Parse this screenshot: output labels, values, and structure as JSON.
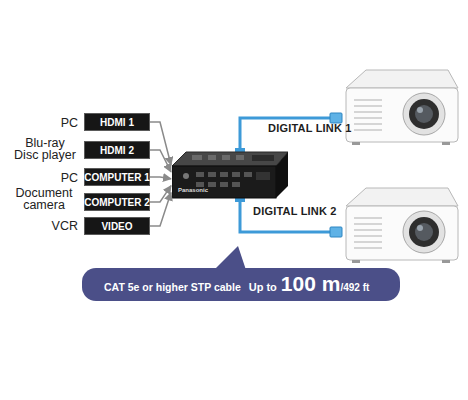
{
  "diagram": {
    "nodes": [
      {
        "text": [
          "HDMI 1"
        ]
      },
      {
        "text": [
          "HDMI 2"
        ]
      },
      {
        "text": [
          "COMPUTER 1"
        ]
      },
      {
        "text": [
          "COMPUTER 2"
        ]
      },
      {
        "text": [
          "VIDEO"
        ]
      },
      {
        "text": [
          "Panasonic"
        ]
      },
      {
        "text": [
          "CAT 5e or higher STP cable",
          "Up to",
          "100 m",
          "/492 ft"
        ]
      }
    ],
    "edges": [
      {
        "from": 0,
        "to": 5,
        "arrow": "to"
      },
      {
        "from": 1,
        "to": 5,
        "arrow": "to"
      },
      {
        "from": 2,
        "to": 5,
        "arrow": "to"
      },
      {
        "from": 3,
        "to": 5,
        "arrow": "to"
      },
      {
        "from": 4,
        "to": 5,
        "arrow": "to"
      }
    ],
    "labels": [
      "PC",
      "Blu-ray Disc player",
      "PC",
      "Document camera",
      "VCR",
      "DIGITAL LINK 1",
      "DIGITAL LINK 2"
    ]
  }
}
